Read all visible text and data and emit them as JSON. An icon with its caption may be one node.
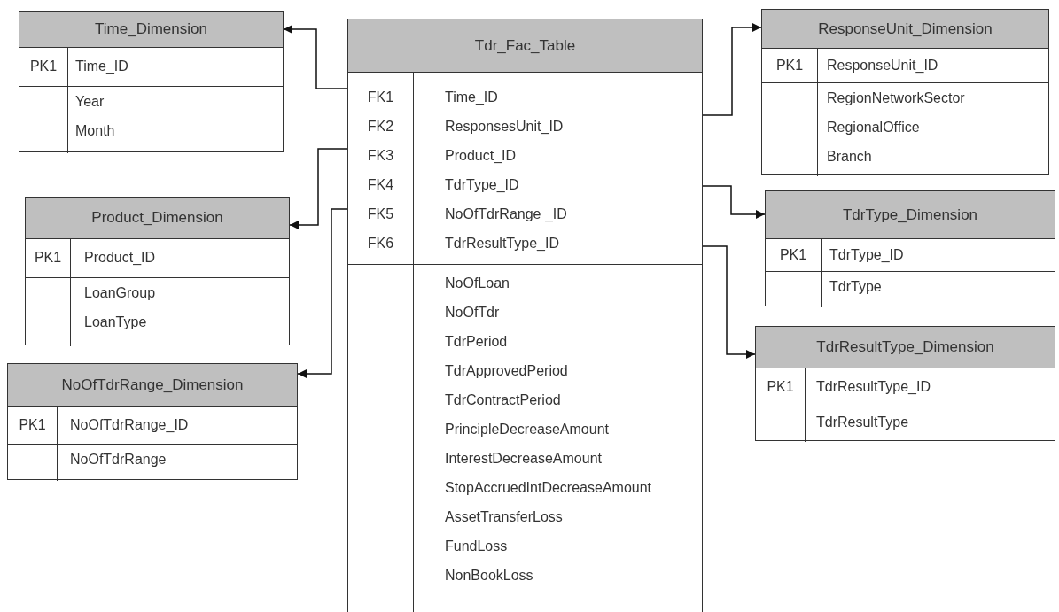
{
  "diagram": {
    "nodes": [
      {
        "text": [
          "Time_Dimension"
        ]
      },
      {
        "text": [
          "PK1",
          "Time_ID"
        ],
        "in": 0
      },
      {
        "text": [
          "Year",
          "Month"
        ],
        "in": 0
      },
      {
        "text": [
          "Tdr_Fac_Table"
        ]
      },
      {
        "text": [
          "FK1",
          "Time_ID",
          "FK2",
          "ResponsesUnit_ID",
          "FK3",
          "Product_ID",
          "FK4",
          "TdrType_ID",
          "FK5",
          "NoOfTdrRange _ID",
          "FK6",
          "TdrResultType_ID"
        ],
        "in": 3
      },
      {
        "text": [
          "NoOfLoan",
          "NoOfTdr",
          "TdrPeriod",
          "TdrApprovedPeriod",
          "TdrContractPeriod",
          "PrincipleDecreaseAmount",
          "InterestDecreaseAmount",
          "StopAccruedIntDecreaseAmount",
          "AssetTransferLoss",
          "FundLoss",
          "NonBookLoss"
        ],
        "in": 3
      },
      {
        "text": [
          "ResponseUnit_Dimension"
        ]
      },
      {
        "text": [
          "PK1",
          "ResponseUnit_ID"
        ],
        "in": 6
      },
      {
        "text": [
          "RegionNetworkSector",
          "RegionalOffice",
          "Branch"
        ],
        "in": 6
      },
      {
        "text": [
          "Product_Dimension"
        ]
      },
      {
        "text": [
          "PK1",
          "Product_ID"
        ],
        "in": 9
      },
      {
        "text": [
          "LoanGroup",
          "LoanType"
        ],
        "in": 9
      },
      {
        "text": [
          "TdrType_Dimension"
        ]
      },
      {
        "text": [
          "PK1",
          "TdrType_ID"
        ],
        "in": 12
      },
      {
        "text": [
          "TdrType"
        ],
        "in": 12
      },
      {
        "text": [
          "NoOfTdrRange_Dimension"
        ]
      },
      {
        "text": [
          "PK1",
          "NoOfTdrRange_ID"
        ],
        "in": 15
      },
      {
        "text": [
          "NoOfTdrRange"
        ],
        "in": 15
      },
      {
        "text": [
          "TdrResultType_Dimension"
        ]
      },
      {
        "text": [
          "PK1",
          "TdrResultType_ID"
        ],
        "in": 18
      },
      {
        "text": [
          "TdrResultType"
        ],
        "in": 18
      }
    ],
    "edges": [
      {
        "from": 3,
        "to": 0,
        "arrow": "to"
      },
      {
        "from": 3,
        "to": 9,
        "arrow": "to"
      },
      {
        "from": 3,
        "to": 15,
        "arrow": "to"
      },
      {
        "from": 3,
        "to": 6,
        "arrow": "to"
      },
      {
        "from": 3,
        "to": 12,
        "arrow": "to"
      },
      {
        "from": 3,
        "to": 18,
        "arrow": "to"
      }
    ]
  }
}
